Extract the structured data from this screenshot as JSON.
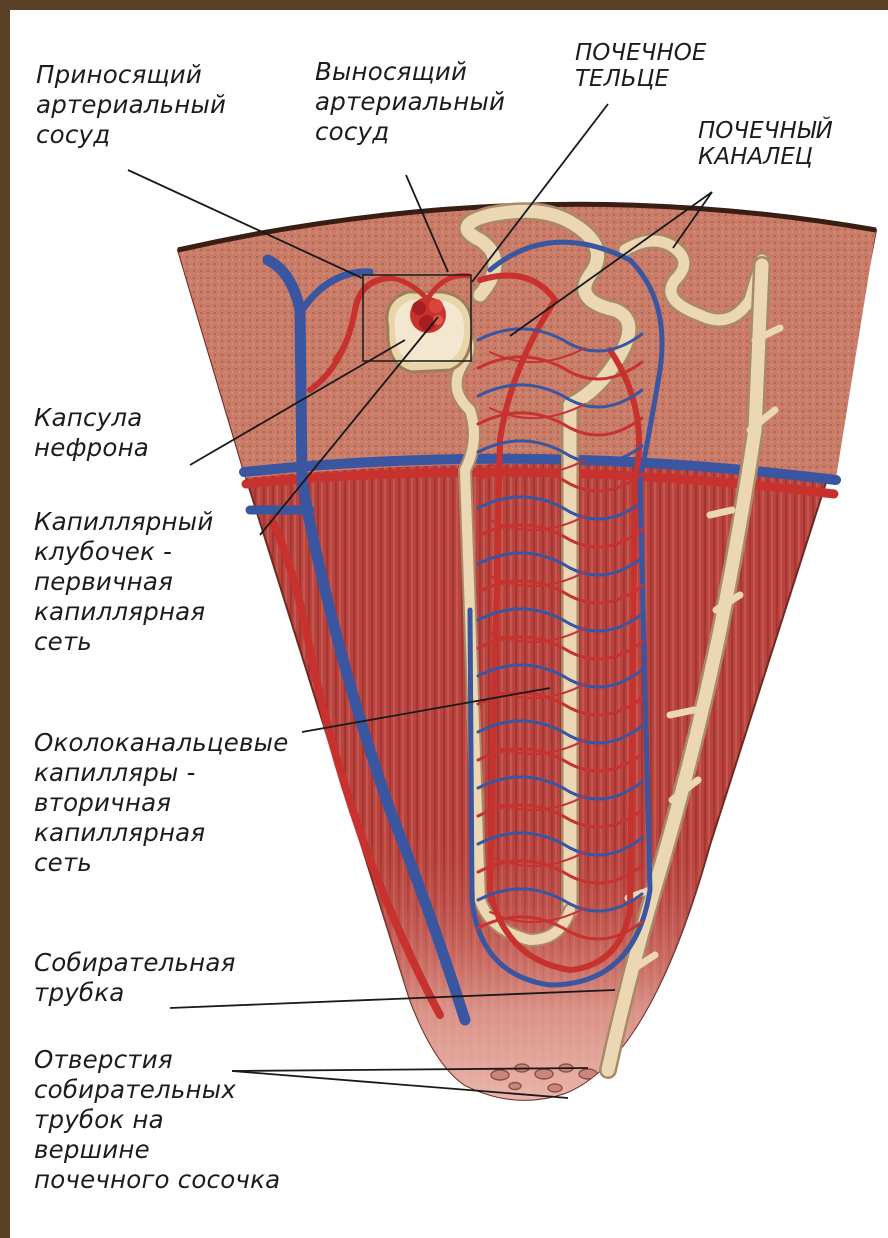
{
  "labels": {
    "afferent_vessel": "Приносящий\nартериальный\nсосуд",
    "efferent_vessel": "Выносящий\nартериальный\nсосуд",
    "renal_corpuscle": "ПОЧЕЧНОЕ\nТЕЛЬЦЕ",
    "renal_tubule": "ПОЧЕЧНЫЙ\nКАНАЛЕЦ",
    "nephron_capsule": "Капсула\nнефрона",
    "glomerulus": "Капиллярный\nклубочек -\nпервичная\nкапиллярная\nсеть",
    "peritubular_capillaries": "Околоканальцевые\nкапилляры -\nвторичная\nкапиллярная\nсеть",
    "collecting_duct": "Собирательная\nтрубка",
    "duct_openings": "Отверстия\nсобирательных\nтрубок на\nвершине\nпочечного сосочка"
  },
  "colors": {
    "frame": "#5b3f26",
    "cortex": "#c77a66",
    "medulla": "#b8443e",
    "artery": "#c8322e",
    "vein": "#3a56a0",
    "tubule": "#ecd7b4",
    "leader_line": "#1a1a1a"
  }
}
